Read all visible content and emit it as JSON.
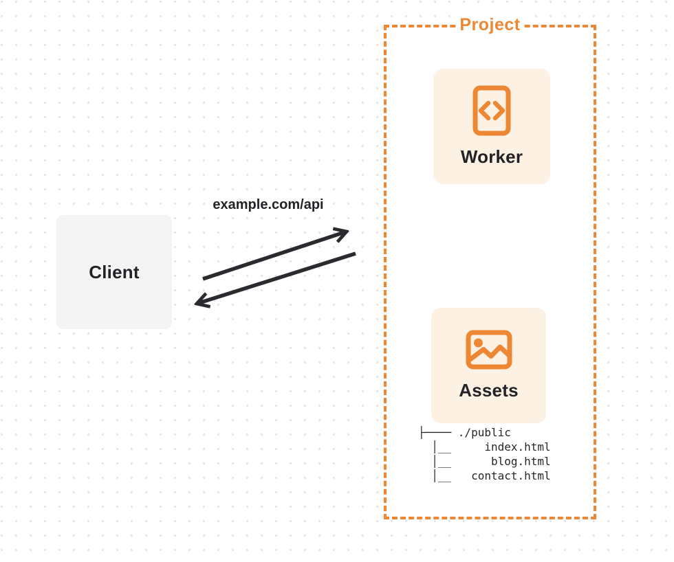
{
  "diagram": {
    "client": {
      "label": "Client"
    },
    "request": {
      "url_label": "example.com/api"
    },
    "project": {
      "label": "Project",
      "worker": {
        "label": "Worker",
        "icon": "code-icon"
      },
      "assets": {
        "label": "Assets",
        "icon": "image-icon"
      },
      "file_tree": {
        "lines": [
          "├──── ./public",
          "  │__     index.html",
          "  │__      blog.html",
          "  │__   contact.html"
        ]
      }
    },
    "colors": {
      "accent_orange": "#ED8733",
      "card_cream": "#FDF1E3",
      "client_gray": "#F4F4F5",
      "ink": "#232327",
      "arrow": "#2B2B2F",
      "dot_grid": "#E4E4E4"
    }
  }
}
